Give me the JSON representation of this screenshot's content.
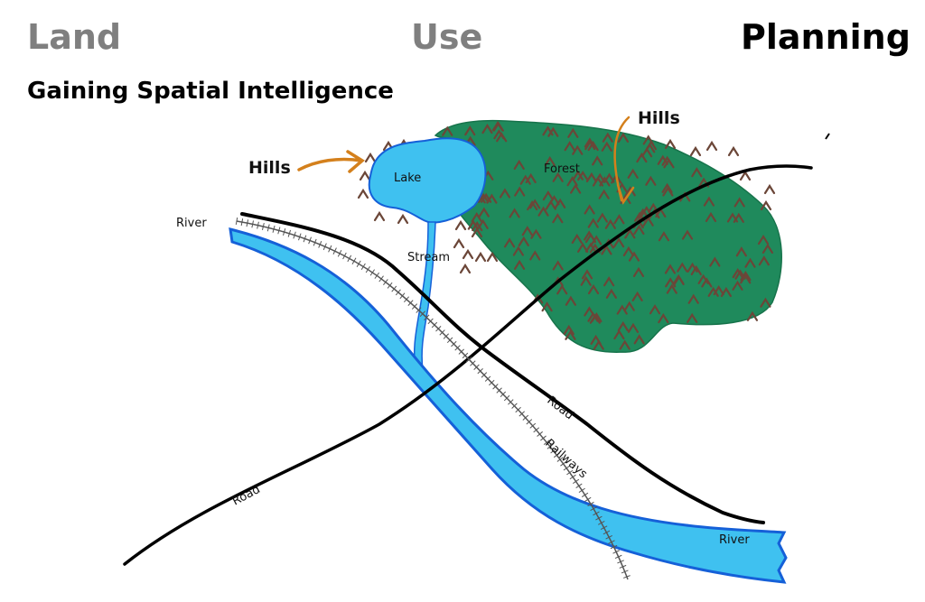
{
  "title": {
    "word1": "Land",
    "word2": "Use",
    "word3": "Planning"
  },
  "subtitle": "Gaining Spatial Intelligence",
  "colors": {
    "title_gray": "#7f7f7f",
    "forest": "#1f8a5c",
    "water": "#3fc1f0",
    "water_outline": "#1560d8",
    "hills": "#6b4638",
    "arrow": "#d4801c"
  },
  "map": {
    "labels": {
      "river_left": "River",
      "river_right": "River",
      "lake": "Lake",
      "stream": "Stream",
      "forest": "Forest",
      "road_upper": "Road",
      "road_lower": "Road",
      "railways": "Railways",
      "hills_left": "Hills",
      "hills_right": "Hills"
    }
  }
}
